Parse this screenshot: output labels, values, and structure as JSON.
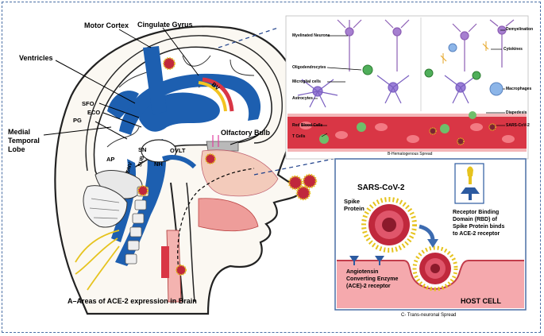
{
  "panel_a": {
    "caption": "A–Areas of ACE-2 expression in Brain",
    "labels": {
      "motor_cortex": "Motor Cortex",
      "cingulate_gyrus": "Cingulate Gyrus",
      "ventricles": "Ventricles",
      "medial_temporal_lobe": [
        "Medial",
        "Temporal",
        "Lobe"
      ],
      "sfo": "SFO",
      "eco": "ECO",
      "pg": "PG",
      "sn": "SN",
      "bv": "BV",
      "ap": "AP",
      "ovlt": "OVLT",
      "nh": "NH",
      "olfactory_bulb": "Olfactory Bulb",
      "dnv": "DNV",
      "sub": "SUB"
    }
  },
  "panel_b": {
    "caption": "B-Hematogenous Spread",
    "labels_left": [
      "Myelinated Neurons",
      "Oligodendrocytes",
      "Microglial cells",
      "Astrocytes",
      "Red Blood Cells",
      "T Cells"
    ],
    "labels_right": [
      "Demyelination",
      "Cytokines",
      "Macrophages",
      "Diapedesis",
      "SARS-CoV-2"
    ]
  },
  "panel_c": {
    "caption": "C- Trans-neuronal Spread",
    "title": "SARS-CoV-2",
    "spike_label": [
      "Spike",
      "Protein"
    ],
    "rbd_label": [
      "Receptor Binding",
      "Domain (RBD) of",
      "Spike Protein binds",
      "to ACE-2 receptor"
    ],
    "ace_label": [
      "Angiotensin",
      "Converting Enzyme",
      "(ACE)-2 receptor"
    ],
    "host_cell": "HOST CELL"
  },
  "colors": {
    "brain_blue": "#1d5fb0",
    "blood_red": "#d93645",
    "host_pink": "#f5a9ad",
    "virus_red": "#c0283c",
    "spike_yellow": "#e6c31e",
    "frame_blue": "#4a6fa5"
  }
}
